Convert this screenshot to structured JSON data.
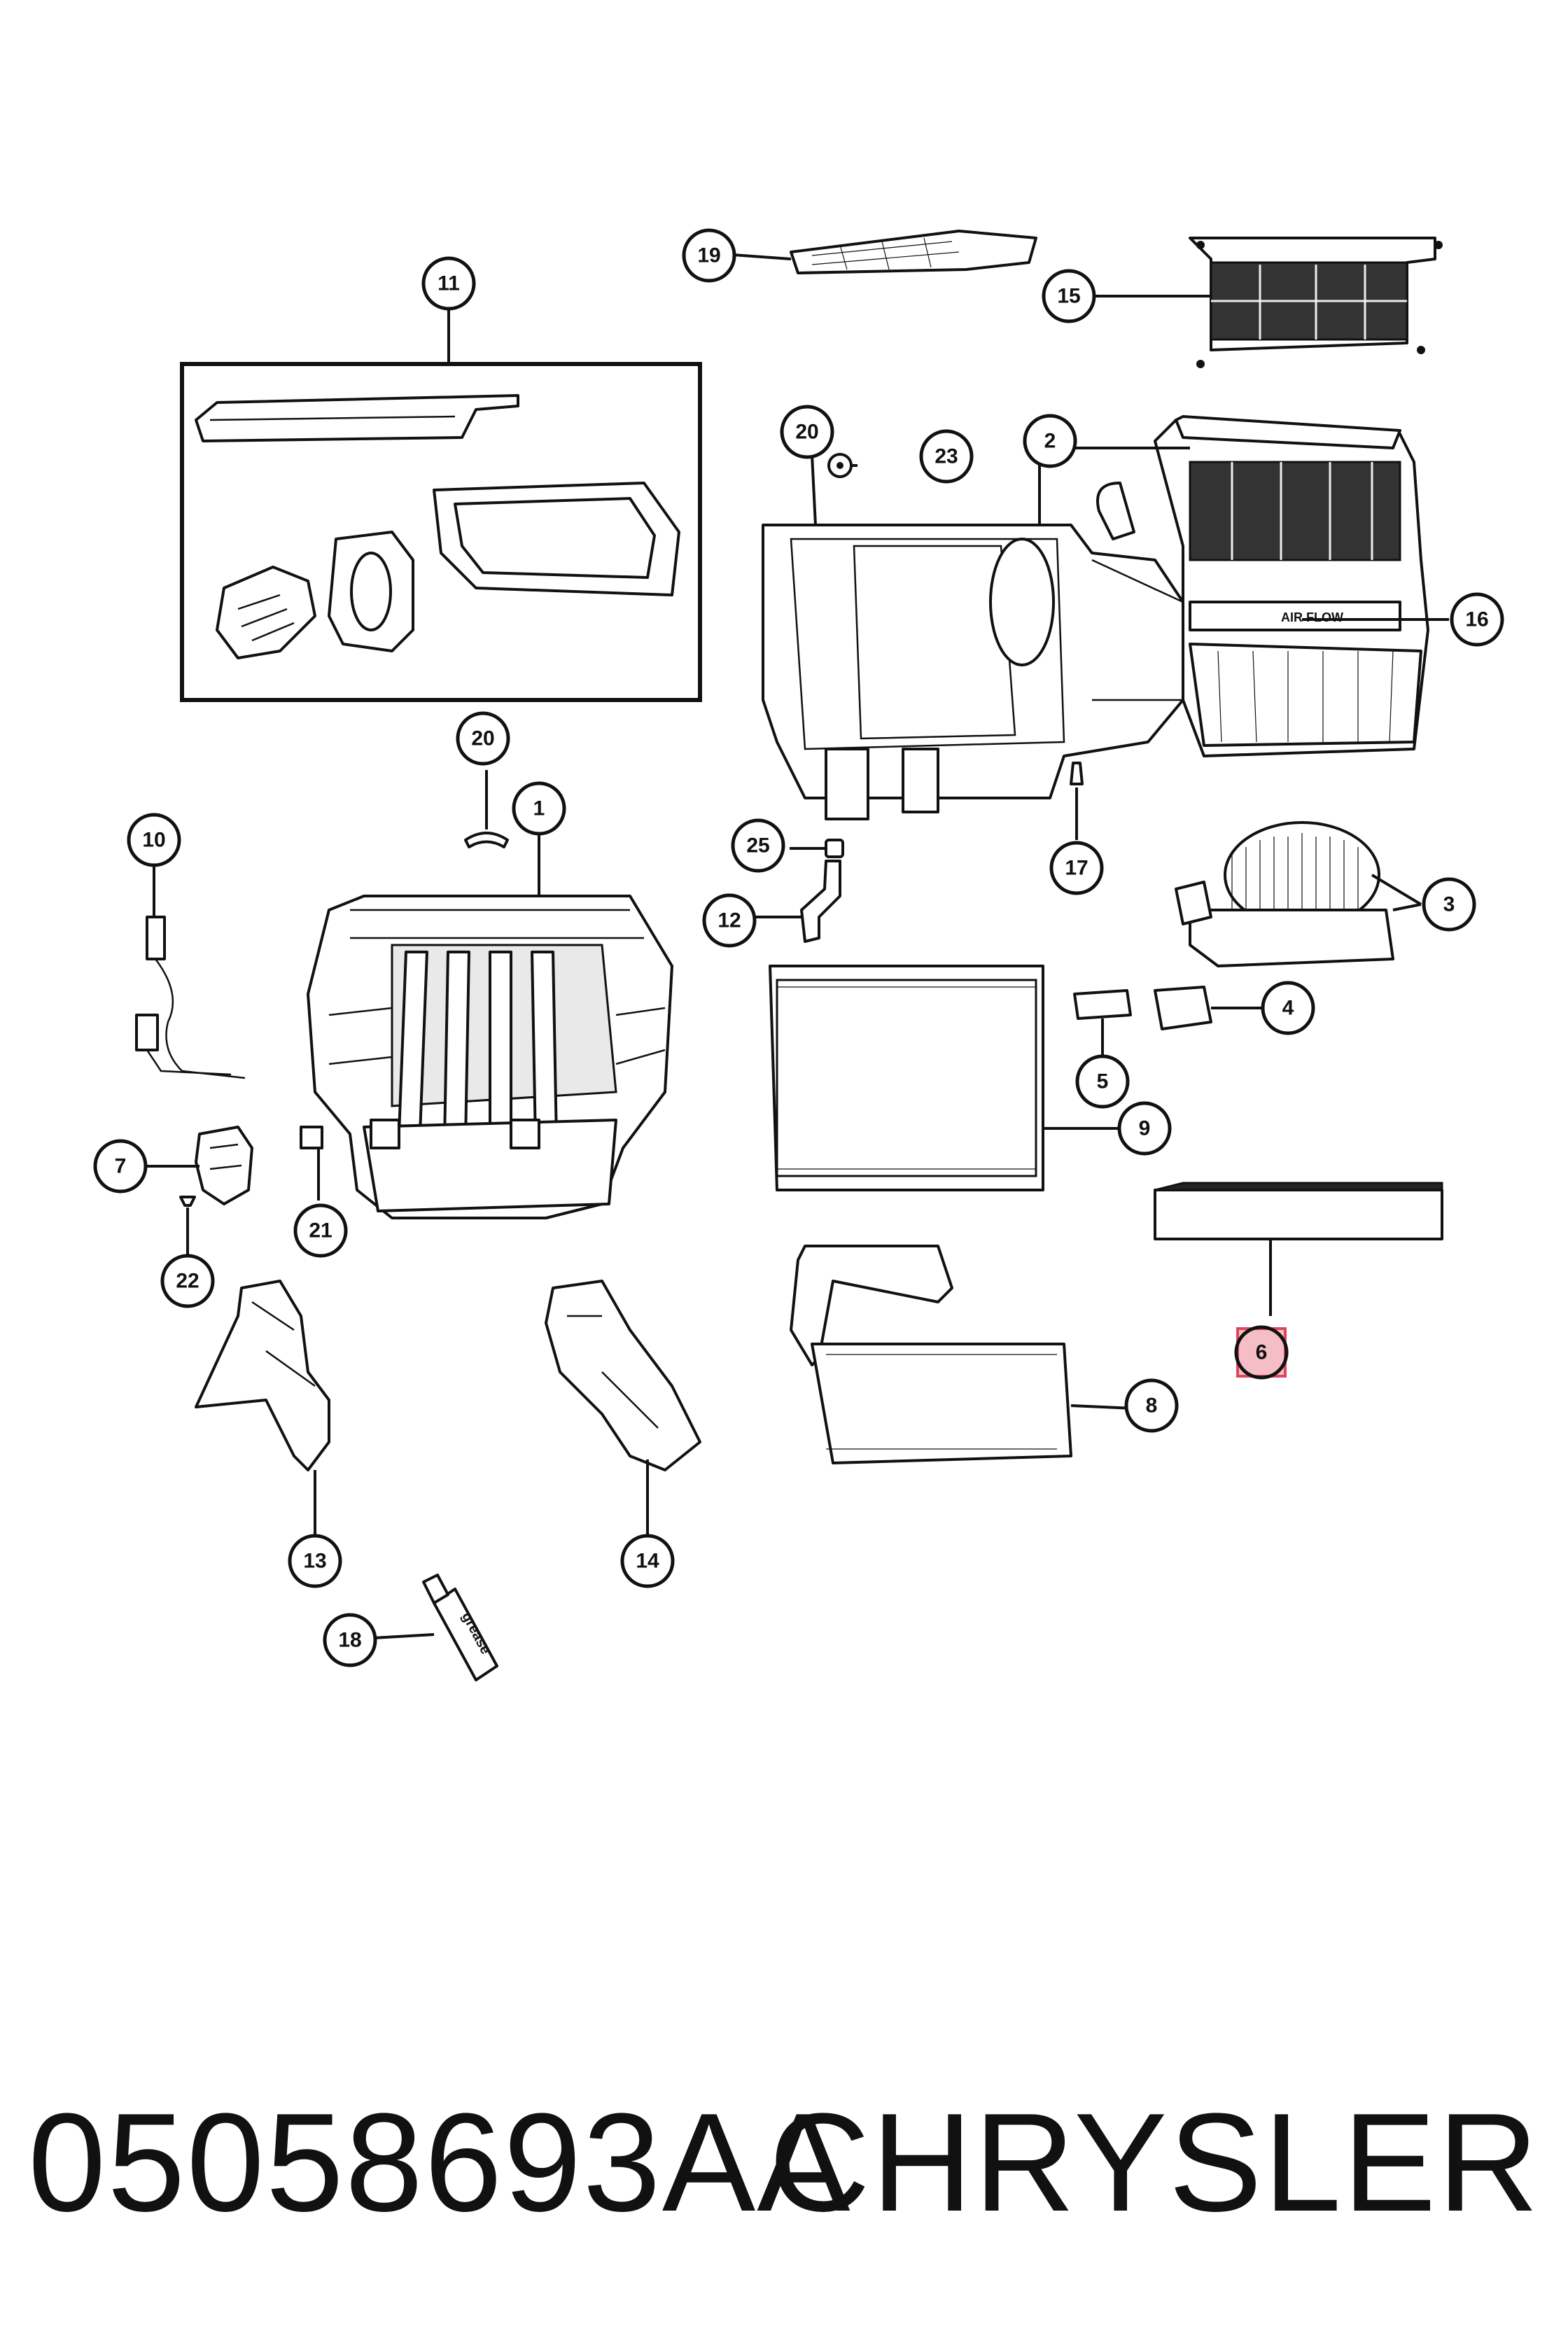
{
  "diagram": {
    "callouts": {
      "c1": "1",
      "c2": "2",
      "c3": "3",
      "c4": "4",
      "c5": "5",
      "c6": "6",
      "c7": "7",
      "c8": "8",
      "c9": "9",
      "c10": "10",
      "c11": "11",
      "c12": "12",
      "c13": "13",
      "c14": "14",
      "c15": "15",
      "c16": "16",
      "c17": "17",
      "c18": "18",
      "c19": "19",
      "c20a": "20",
      "c20b": "20",
      "c21": "21",
      "c22": "22",
      "c23": "23",
      "c25": "25"
    },
    "highlighted_callout": "6",
    "highlight_color": "#f4b6bf",
    "part_labels": {
      "grease_tube": "grease",
      "airflow_arrow": "AIR FLOW"
    }
  },
  "footer": {
    "part_number": "05058693AA",
    "brand": "CHRYSLER"
  }
}
